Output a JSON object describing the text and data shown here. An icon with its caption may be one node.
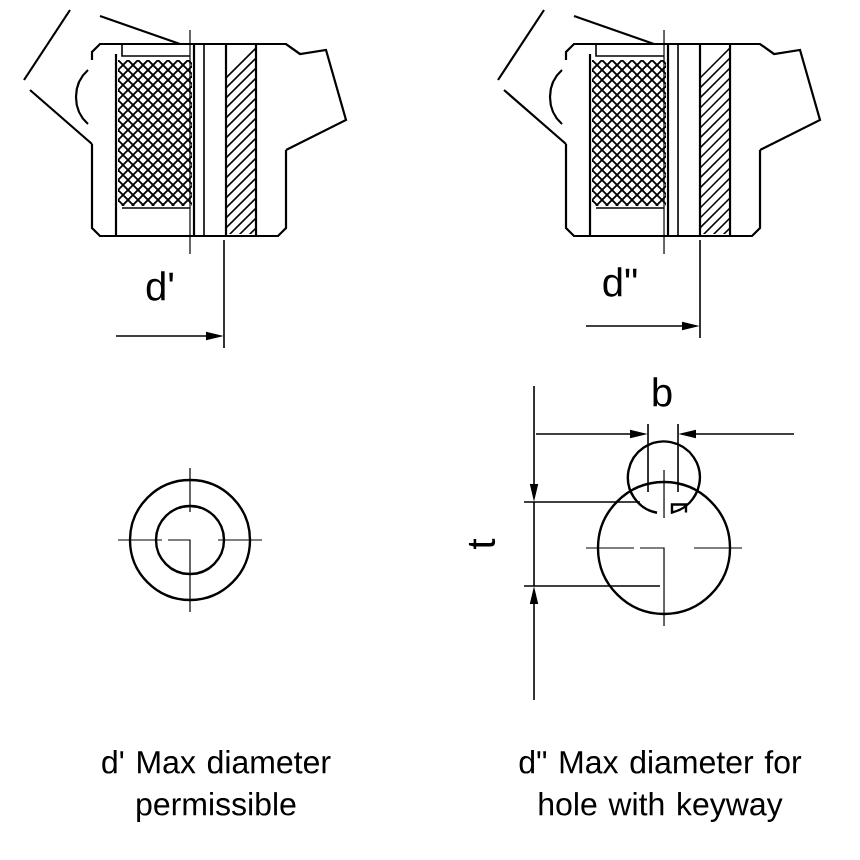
{
  "diagram": {
    "labels": [
      "d'",
      "d\"",
      "b",
      "t",
      "d' Max diameter permissible",
      "d\" Max diameter for hole with keyway"
    ]
  }
}
